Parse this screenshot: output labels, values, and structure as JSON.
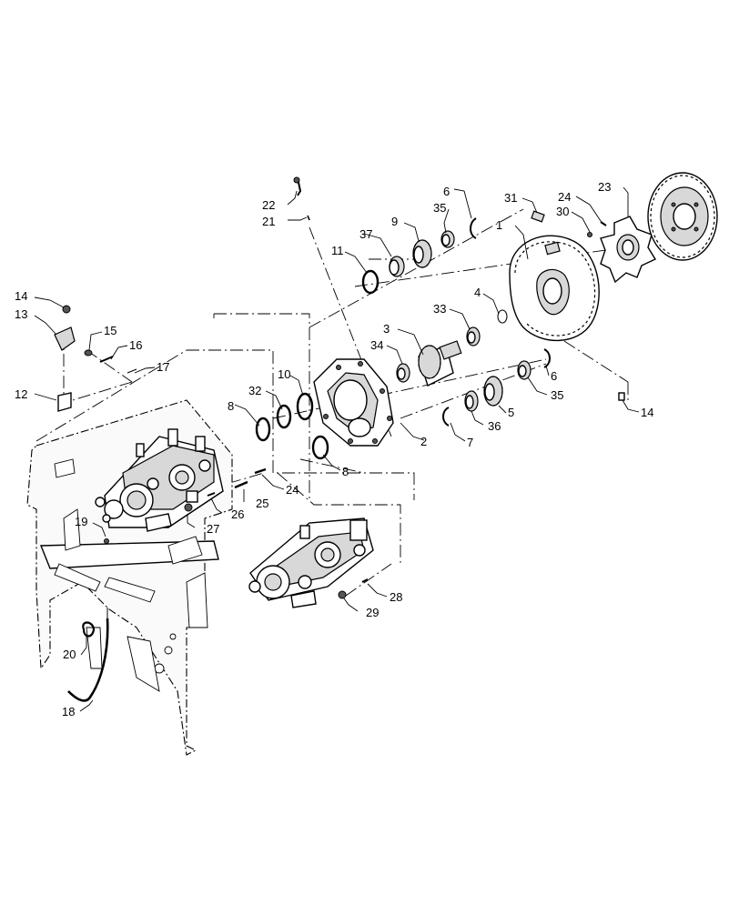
{
  "callouts": {
    "c1": "1",
    "c2": "2",
    "c3": "3",
    "c4": "4",
    "c5": "5",
    "c6a": "6",
    "c6b": "6",
    "c7": "7",
    "c8a": "8",
    "c8b": "8",
    "c9": "9",
    "c10": "10",
    "c11": "11",
    "c12": "12",
    "c13": "13",
    "c14a": "14",
    "c14b": "14",
    "c15": "15",
    "c16": "16",
    "c17": "17",
    "c18": "18",
    "c19": "19",
    "c20": "20",
    "c21": "21",
    "c22": "22",
    "c23": "23",
    "c24a": "24",
    "c24b": "24",
    "c25": "25",
    "c26": "26",
    "c27": "27",
    "c28": "28",
    "c29": "29",
    "c30": "30",
    "c31": "31",
    "c32": "32",
    "c33": "33",
    "c34": "34",
    "c35a": "35",
    "c35b": "35",
    "c36": "36",
    "c37": "37"
  }
}
